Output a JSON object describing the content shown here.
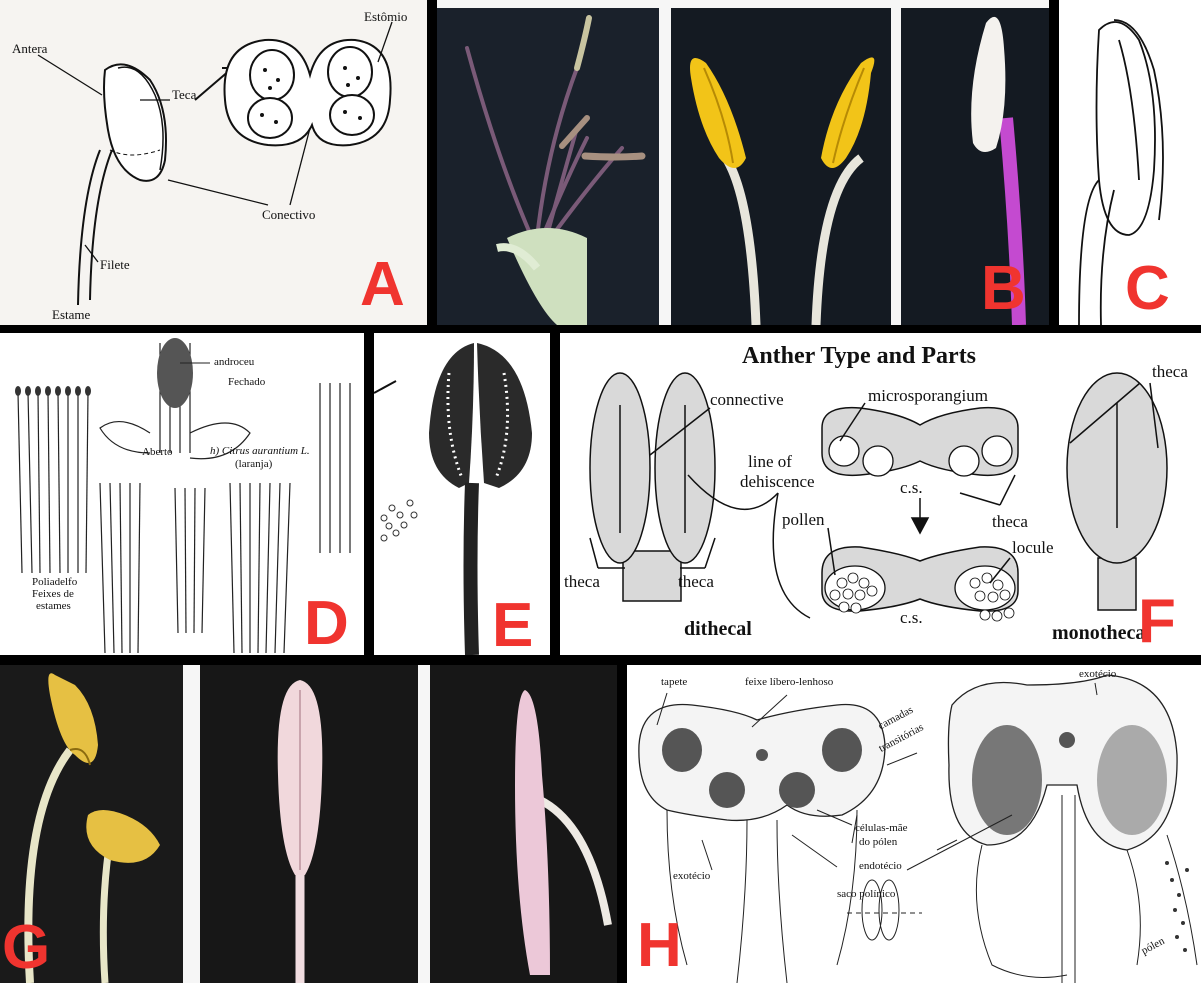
{
  "panels": {
    "A": {
      "letter": "A",
      "labels": {
        "antera": "Antera",
        "teca": "Teca",
        "estomio": "Estômio",
        "conectivo": "Conectivo",
        "filete": "Filete",
        "estame": "Estame"
      }
    },
    "B": {
      "letter": "B"
    },
    "C": {
      "letter": "C"
    },
    "D": {
      "letter": "D",
      "labels": {
        "androceu": "androceu",
        "fechado": "Fechado",
        "aberto": "Aberto",
        "species": "h) Citrus aurantium L.",
        "common": "(laranja)",
        "poliadelfo": "Poliadelfo",
        "feixes": "Feixes de",
        "estames": "estames"
      }
    },
    "E": {
      "letter": "E"
    },
    "F": {
      "letter": "F",
      "title": "Anther Type and Parts",
      "labels": {
        "connective": "connective",
        "microsporangium": "microsporangium",
        "theca_right": "theca",
        "line_of": "line of",
        "dehiscence": "dehiscence",
        "cs_top": "c.s.",
        "theca_mid": "theca",
        "pollen": "pollen",
        "locule": "locule",
        "theca_left": "theca",
        "theca_left2": "theca",
        "cs_bottom": "c.s.",
        "dithecal": "dithecal",
        "monothecal": "monothecal"
      }
    },
    "G": {
      "letter": "G"
    },
    "H": {
      "letter": "H",
      "labels": {
        "tapete": "tapete",
        "feixe": "feixe líbero-lenhoso",
        "exotecio_top": "exotécio",
        "camadas": "camadas",
        "transitorias": "transitórias",
        "celulas": "células-mãe",
        "do_polen": "do pólen",
        "endotecio": "endotécio",
        "saco": "saco polínico",
        "exotecio_bottom": "exotécio",
        "polen": "pólen"
      }
    }
  },
  "colors": {
    "letter": "#f0342f",
    "photo_bg": "#141a22",
    "anther_yellow": "#f2c418",
    "filament_white": "#e8e6dc",
    "style_magenta": "#c44ad0",
    "anther_pink": "#f1d8dc"
  }
}
